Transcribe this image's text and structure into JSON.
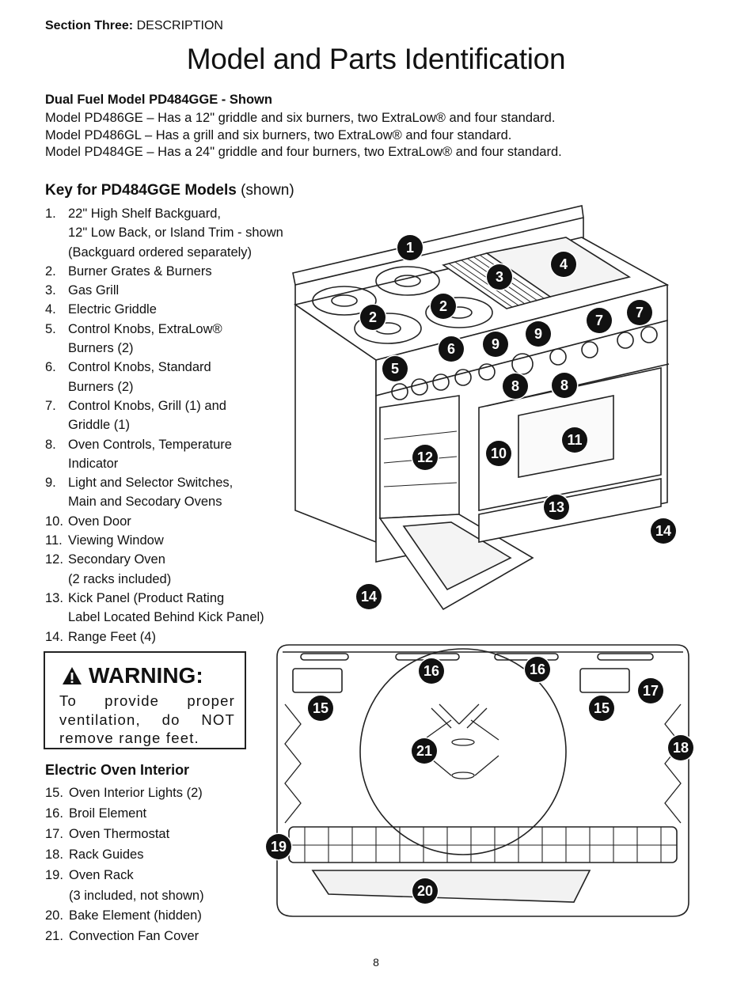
{
  "header": {
    "section_label": "Section Three:",
    "section_name": "DESCRIPTION",
    "title": "Model and Parts Identification"
  },
  "models": {
    "shown_line": "Dual Fuel Model PD484GGE - Shown",
    "lines": [
      "Model PD486GE – Has a 12\" griddle and six burners, two ExtraLow® and four standard.",
      "Model PD486GL – Has a grill and six burners, two ExtraLow® and four standard.",
      "Model PD484GE – Has a 24\" griddle and four burners, two ExtraLow® and four standard."
    ]
  },
  "key": {
    "heading_bold": "Key for PD484GGE Models",
    "heading_rest": "(shown)",
    "items": [
      {
        "num": "1.",
        "lines": [
          "22\" High Shelf Backguard,",
          "12\" Low Back, or Island Trim - shown",
          "(Backguard ordered separately)"
        ]
      },
      {
        "num": "2.",
        "lines": [
          "Burner Grates & Burners"
        ]
      },
      {
        "num": "3.",
        "lines": [
          "Gas Grill"
        ]
      },
      {
        "num": "4.",
        "lines": [
          "Electric Griddle"
        ]
      },
      {
        "num": "5.",
        "lines": [
          "Control Knobs, ExtraLow®",
          "Burners (2)"
        ]
      },
      {
        "num": "6.",
        "lines": [
          "Control Knobs, Standard",
          "Burners (2)"
        ]
      },
      {
        "num": "7.",
        "lines": [
          "Control Knobs, Grill (1) and",
          "Griddle (1)"
        ]
      },
      {
        "num": "8.",
        "lines": [
          "Oven Controls, Temperature",
          "Indicator"
        ]
      },
      {
        "num": "9.",
        "lines": [
          "Light and Selector Switches,",
          "Main and Secodary Ovens"
        ]
      },
      {
        "num": "10.",
        "lines": [
          "Oven Door"
        ]
      },
      {
        "num": "11.",
        "lines": [
          "Viewing Window"
        ]
      },
      {
        "num": "12.",
        "lines": [
          "Secondary Oven",
          "(2 racks included)"
        ]
      },
      {
        "num": "13.",
        "lines": [
          "Kick Panel (Product Rating",
          "Label Located Behind Kick Panel)"
        ]
      },
      {
        "num": "14.",
        "lines": [
          "Range Feet (4)"
        ]
      }
    ]
  },
  "warning": {
    "title": "WARNING:",
    "lines": [
      "To provide proper",
      "ventilation, do NOT",
      "remove range feet."
    ]
  },
  "interior": {
    "heading": "Electric Oven Interior",
    "items": [
      {
        "num": "15.",
        "lines": [
          "Oven Interior Lights (2)"
        ]
      },
      {
        "num": "16.",
        "lines": [
          "Broil Element"
        ]
      },
      {
        "num": "17.",
        "lines": [
          "Oven Thermostat"
        ]
      },
      {
        "num": "18.",
        "lines": [
          "Rack Guides"
        ]
      },
      {
        "num": "19.",
        "lines": [
          "Oven Rack",
          "(3 included, not shown)"
        ]
      },
      {
        "num": "20.",
        "lines": [
          "Bake Element (hidden)"
        ]
      },
      {
        "num": "21.",
        "lines": [
          "Convection Fan Cover"
        ]
      }
    ]
  },
  "callouts_range": [
    "1",
    "4",
    "3",
    "2",
    "2",
    "7",
    "7",
    "9",
    "9",
    "6",
    "5",
    "8",
    "8",
    "11",
    "10",
    "12",
    "13",
    "14",
    "14"
  ],
  "callouts_oven": [
    "16",
    "16",
    "17",
    "15",
    "15",
    "18",
    "21",
    "19",
    "20"
  ],
  "page_number": "8"
}
